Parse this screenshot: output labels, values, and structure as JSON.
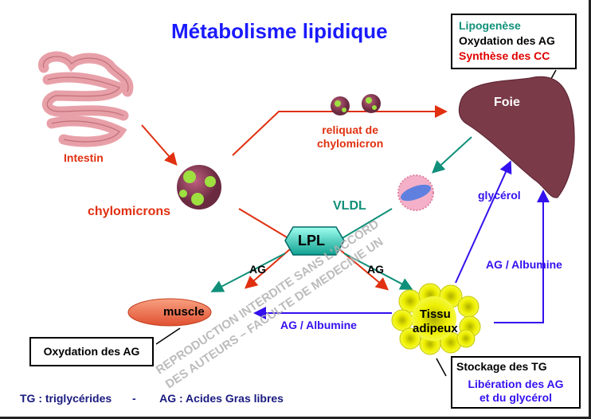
{
  "title": "Métabolisme lipidique",
  "labels": {
    "intestin": "Intestin",
    "chylomicrons": "chylomicrons",
    "reliquat": "reliquat de",
    "reliquat2": "chylomicron",
    "vldl": "VLDL",
    "lpl": "LPL",
    "ag_left": "AG",
    "ag_right": "AG",
    "muscle": "muscle",
    "tissu": "Tissu",
    "tissu2": "adipeux",
    "foie": "Foie",
    "glycerol": "glycérol",
    "ag_albumine_right": "AG / Albumine",
    "ag_albumine_bottom": "AG / Albumine"
  },
  "foie_box": {
    "line1": "Lipogenèse",
    "line2": "Oxydation des AG",
    "line3": "Synthèse des CC"
  },
  "muscle_box": "Oxydation des AG",
  "tissu_box": {
    "line1": "Stockage des TG",
    "line2": "Libération des AG",
    "line3": "et du glycérol"
  },
  "legend": {
    "tg": "TG : triglycérides",
    "sep": "-",
    "ag": "AG : Acides Gras libres"
  },
  "watermark": "REPRODUCTION INTERDITE SANS L'ACCORD DES AUTEURS – FACULTE DE MEDECINE UN",
  "colors": {
    "title": "#1a1aff",
    "red": "#e03010",
    "green": "#10907a",
    "blue": "#3311ee",
    "liver": "#7a3a48",
    "fat": "#eef000"
  }
}
